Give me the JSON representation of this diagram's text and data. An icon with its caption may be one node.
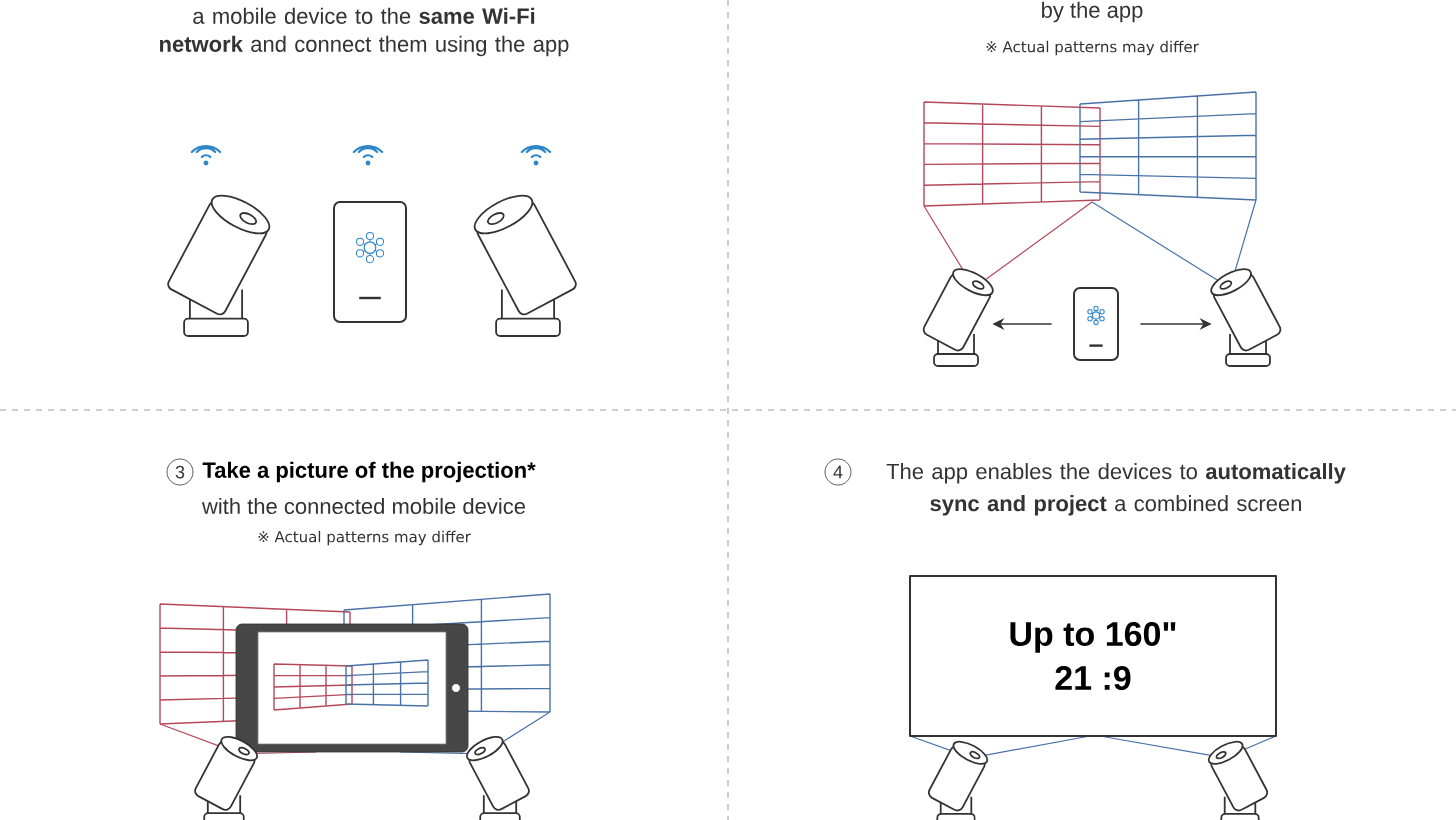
{
  "diagram": {
    "nodes": [
      {
        "text": [],
        "shape": "picture"
      },
      {
        "text": [],
        "shape": "picture"
      },
      {
        "text": [],
        "shape": "picture"
      },
      {
        "text": [
          "Up to 160\"",
          "21 :9"
        ]
      }
    ],
    "edges": [
      {
        "from": 1,
        "to": 0,
        "arrow": "to"
      },
      {
        "from": 1,
        "to": 2,
        "arrow": "to"
      }
    ],
    "labels": [
      "a mobile device to the **same Wi-Fi network** and connect them using the app",
      "by the app",
      "※ Actual patterns may differ",
      "3",
      "Take a picture of the projection*",
      "with the connected mobile device",
      "※ Actual patterns may differ",
      "4",
      "The app enables the devices to **automatically sync and project** a combined screen"
    ]
  }
}
